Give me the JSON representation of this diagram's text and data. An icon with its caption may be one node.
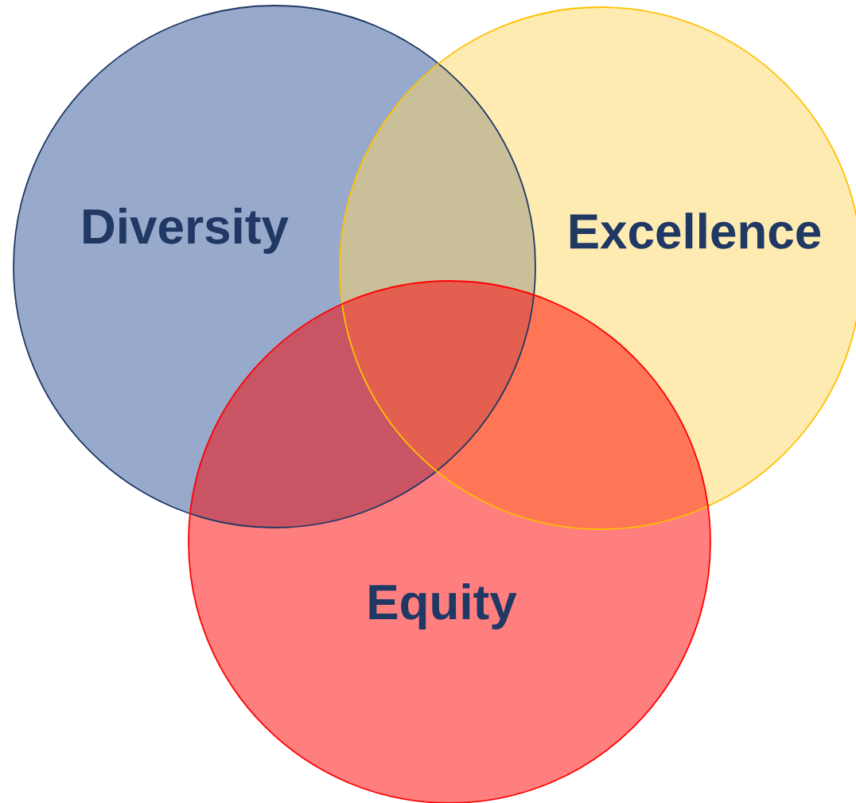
{
  "diagram": {
    "nodes": [
      {
        "text": [
          "Diversity"
        ]
      },
      {
        "text": [
          "Excellence"
        ]
      },
      {
        "text": [
          "Equity"
        ]
      }
    ]
  }
}
